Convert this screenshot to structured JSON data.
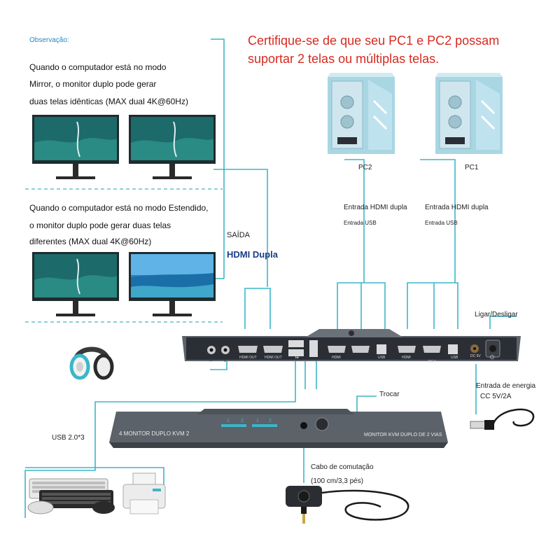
{
  "colors": {
    "wire": "#3bb6c9",
    "dashed": "#4ab0c8",
    "red_text": "#d62a20",
    "device_body": "#5c626a",
    "device_dark": "#2b2f35",
    "screen_teal": "#1d6a6a",
    "pc_case": "#a9d6e3"
  },
  "notes": {
    "heading": "Observação:",
    "mirror": [
      "Quando o computador está no modo",
      "Mirror, o monitor duplo pode gerar",
      "duas telas idênticas (MAX dual 4K@60Hz)"
    ],
    "extended": [
      "Quando o computador está no modo Estendido,",
      "o monitor duplo pode gerar duas telas",
      "diferentes (MAX dual 4K@60Hz)"
    ]
  },
  "warning": [
    "Certifique-se de que seu PC1 e PC2 possam",
    "suportar 2 telas ou múltiplas telas."
  ],
  "output": {
    "saida": "SAÍDA",
    "hdmi_dupla": "HDMI Dupla"
  },
  "pcs": {
    "pc2": "PC2",
    "pc1": "PC1",
    "hdmi_input": "Entrada HDMI dupla",
    "usb_input": "Entrada USB"
  },
  "power_button": "Ligar/Desligar",
  "power_input": [
    "Entrada de energia",
    "CC 5V/2A"
  ],
  "usb": "USB 2.0*3",
  "switch_label": "Trocar",
  "cable": [
    "Cabo de comutação",
    "(100 cm/3,3 pés)"
  ],
  "back_panel": {
    "hdmi_out_1": "HDMI OUT",
    "hdmi_out_2": "HDMI OUT",
    "hdmi_1": "HDMI",
    "usb_1": "USB",
    "hdmi_2": "HDMI",
    "pc1_tag": "PC 1",
    "usb_2": "USB",
    "dc": "DC 5V"
  },
  "front_panel": {
    "left_label": "4 MONITOR DUPLO KVM 2",
    "right_label": "MONITOR KVM DUPLO DE 2 VIAS",
    "leds": [
      "1",
      "2",
      "1",
      "2"
    ]
  },
  "icons": [
    "headphone-icon",
    "microphone-icon",
    "usb-icon",
    "power-icon",
    "keyboard-icon",
    "mouse-icon",
    "printer-icon",
    "usb-plug-icon",
    "switch-button-icon"
  ]
}
